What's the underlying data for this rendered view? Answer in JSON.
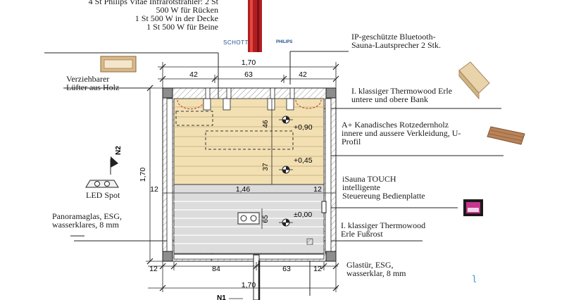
{
  "labels": {
    "infrared": "4 St Philips Vitae Infrarotstrahler: 2 St\n500 W für Rücken\n1 St 500 W in der Decke\n1 St 500 W für Beine",
    "speaker": "IP-geschützte Bluetooth-\nSauna-Lautsprecher 2 Stk.",
    "fan": "Verziehbarer\nLüfter aus Holz",
    "bench_wood": "I. klassiger Thermowood Erle\nuntere und obere Bank",
    "cladding": "A+ Kanadisches Rotzedernholz\ninnere und aussere Verkleidung, U-\nProfil",
    "led": "LED Spot",
    "control": "iSauna TOUCH\nintelligente\nSteuereung Bedienplatte",
    "panorama_glass": "Panoramaglas,        ESG,\nwasserklares, 8 mm",
    "floor_grate": "I. klassiger Thermowood\nErle Fußrost",
    "door_glass": "Glastür, ESG,\nwasserklar, 8 mm"
  },
  "logos": {
    "schott": "SCHOTT",
    "philips": "PHILIPS"
  },
  "north": {
    "n2": "N2",
    "n1": "N1"
  },
  "dims": {
    "top_total": "1,70",
    "top_left": "42",
    "top_mid": "63",
    "top_right": "42",
    "left_height": "1,70",
    "inner_width": "1,46",
    "side_left": "12",
    "side_right": "12",
    "bench_upper_depth": "46",
    "bench_lower_depth": "37",
    "floor_depth": "65",
    "bot_left_small": "12",
    "bot_left": "84",
    "bot_mid": "63",
    "bot_right_small": "12",
    "bot_total": "1,70"
  },
  "levels": {
    "upper": "+0,90",
    "middle": "+0,45",
    "floor": "±0,00"
  },
  "colors": {
    "bench": "#f2e0b3",
    "floor": "#dcdcdc",
    "wall": "#8d8d8d",
    "heater": "#b01e22",
    "dashed": "#333333"
  }
}
